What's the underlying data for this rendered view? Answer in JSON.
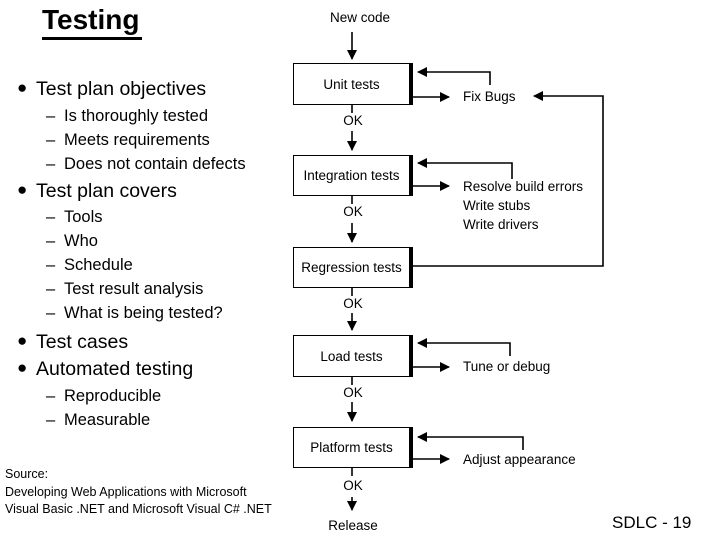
{
  "slide": {
    "title": "Testing",
    "bullets": [
      {
        "label": "Test plan objectives",
        "subs": [
          "Is thoroughly tested",
          "Meets requirements",
          "Does not contain defects"
        ]
      },
      {
        "label": "Test plan covers",
        "subs": [
          "Tools",
          "Who",
          "Schedule",
          "Test result analysis",
          "What is being tested?"
        ]
      },
      {
        "label": "Test cases",
        "subs": []
      },
      {
        "label": "Automated testing",
        "subs": [
          "Reproducible",
          "Measurable"
        ]
      }
    ],
    "source_lines": [
      "Source:",
      "Developing Web Applications with Microsoft",
      "Visual Basic .NET and Microsoft Visual C# .NET"
    ],
    "page_label": "SDLC - 19"
  },
  "flowchart": {
    "start_label": "New code",
    "ok_label": "OK",
    "end_label": "Release",
    "boxes": [
      "Unit tests",
      "Integration tests",
      "Regression tests",
      "Load tests",
      "Platform tests"
    ],
    "side_actions": {
      "fix_bugs": "Fix Bugs",
      "integration_lines": [
        "Resolve build errors",
        "Write stubs",
        "Write drivers"
      ],
      "load": "Tune or debug",
      "platform": "Adjust appearance"
    },
    "colors": {
      "line": "#000000",
      "box_border": "#000000",
      "background": "#ffffff",
      "text": "#000000"
    }
  }
}
